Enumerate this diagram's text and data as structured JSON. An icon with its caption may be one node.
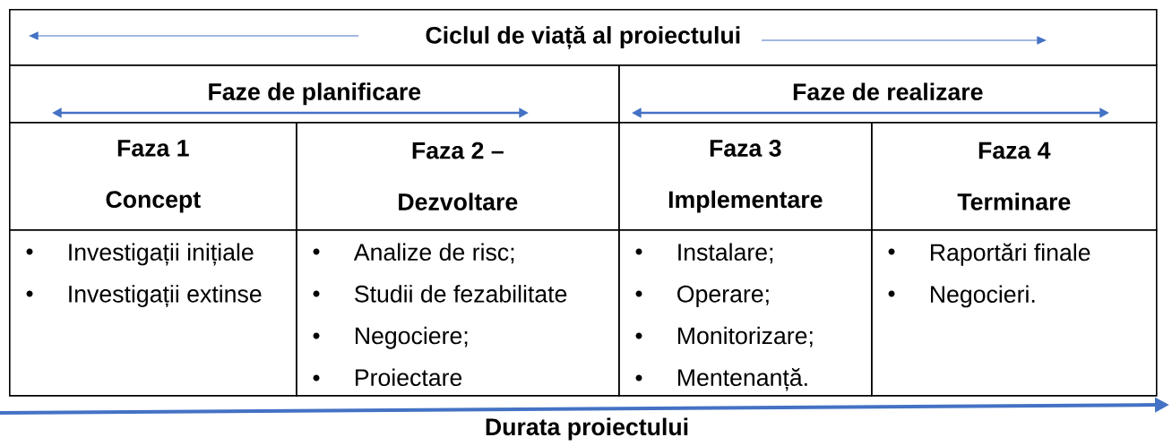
{
  "diagram": {
    "nodes": [
      {
        "text": [
          "Ciclul de viață al proiectului"
        ]
      },
      {
        "text": [
          "Faze de planificare"
        ]
      },
      {
        "text": [
          "Faze de realizare"
        ]
      },
      {
        "text": [
          "Faza 1",
          "Concept"
        ]
      },
      {
        "text": [
          "Faza 2 –",
          "Dezvoltare"
        ]
      },
      {
        "text": [
          "Faza 3",
          "Implementare"
        ]
      },
      {
        "text": [
          "Faza 4",
          "Terminare"
        ]
      },
      {
        "text": [
          "Investigații inițiale",
          "Investigații extinse"
        ]
      },
      {
        "text": [
          "Analize de risc;",
          "Studii de fezabilitate",
          "Negociere;",
          "Proiectare"
        ]
      },
      {
        "text": [
          "Instalare;",
          "Operare;",
          "Monitorizare;",
          "Mentenanță."
        ]
      },
      {
        "text": [
          "Raportări finale",
          "Negocieri."
        ]
      }
    ],
    "labels": [
      "Durata proiectului"
    ]
  }
}
